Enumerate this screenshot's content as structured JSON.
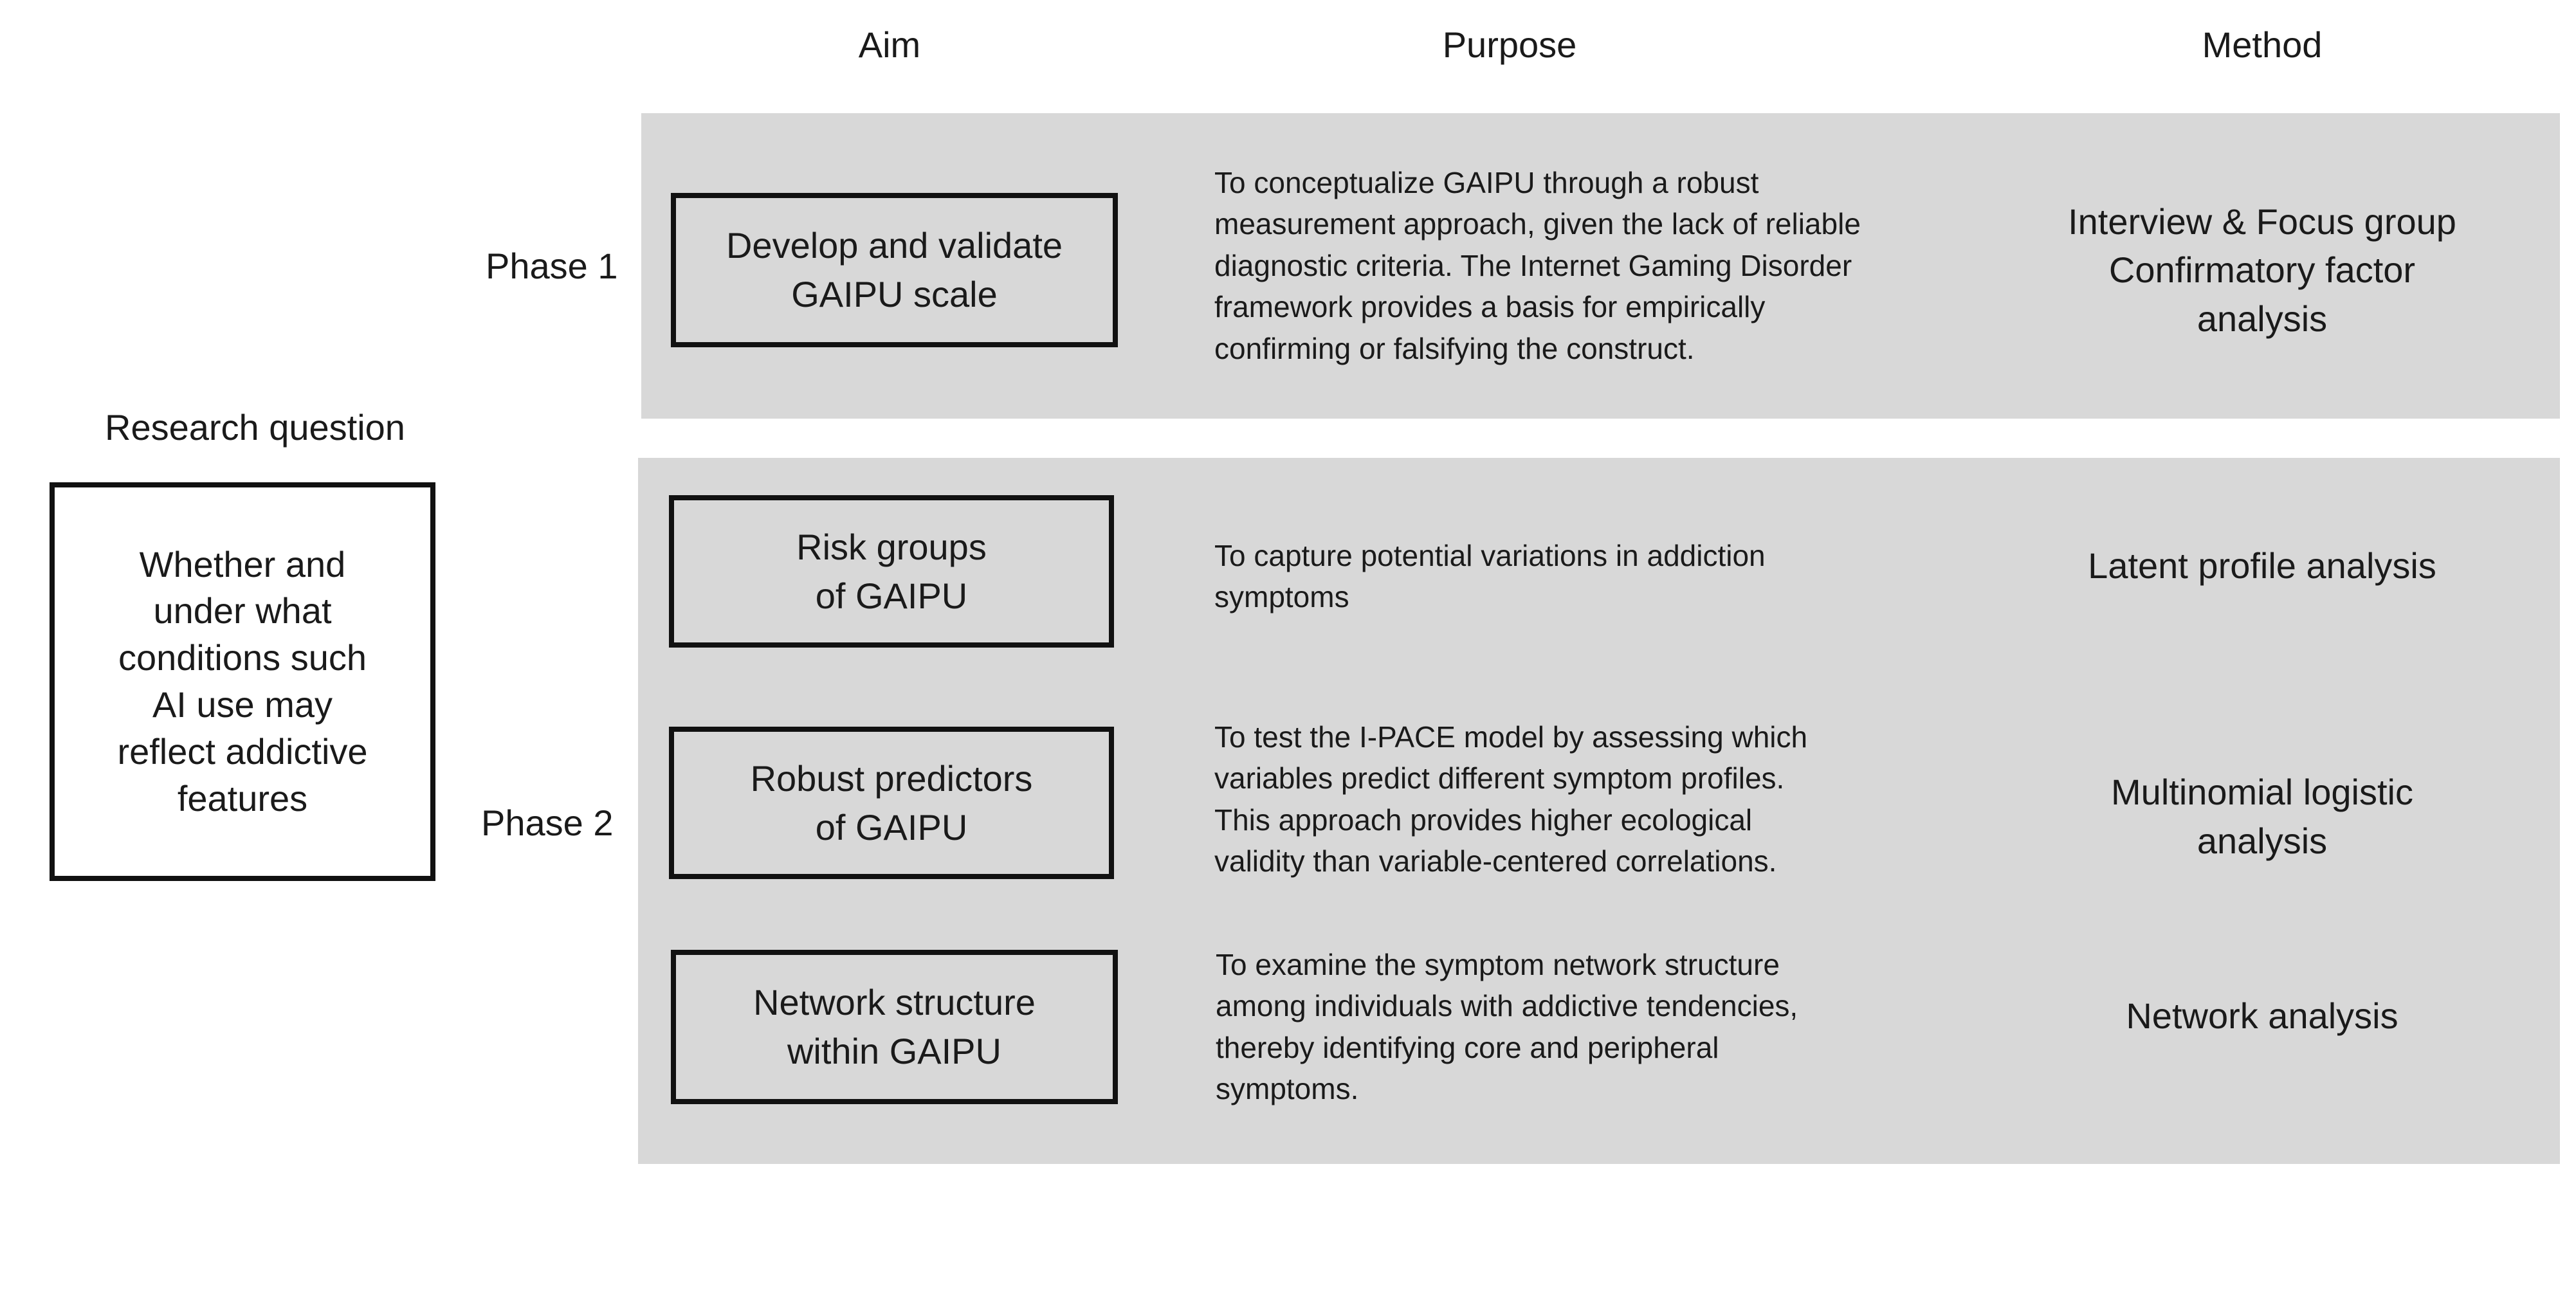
{
  "headers": {
    "aim": "Aim",
    "purpose": "Purpose",
    "method": "Method"
  },
  "research_question": {
    "label": "Research question",
    "text": "Whether and\nunder what\nconditions such\nAI use may\nreflect addictive\nfeatures"
  },
  "phases": [
    {
      "label": "Phase 1",
      "rows": [
        {
          "aim": "Develop and validate\nGAIPU scale",
          "purpose": "To conceptualize GAIPU through a robust\nmeasurement approach, given the lack of reliable\ndiagnostic criteria. The Internet Gaming Disorder\nframework provides a basis for empirically\nconfirming or falsifying the construct.",
          "method": "Interview & Focus group\nConfirmatory factor\nanalysis"
        }
      ]
    },
    {
      "label": "Phase 2",
      "rows": [
        {
          "aim": "Risk groups\nof GAIPU",
          "purpose": "To capture potential variations in addiction\nsymptoms",
          "method": "Latent profile analysis"
        },
        {
          "aim": "Robust predictors\nof GAIPU",
          "purpose": "To test the I-PACE model by assessing which\nvariables predict different symptom profiles.\nThis approach provides higher ecological\nvalidity than variable-centered correlations.",
          "method": "Multinomial logistic\nanalysis"
        },
        {
          "aim": "Network structure\nwithin GAIPU",
          "purpose": "To examine the symptom network structure\namong individuals with addictive tendencies,\nthereby identifying core and peripheral\nsymptoms.",
          "method": "Network analysis"
        }
      ]
    }
  ]
}
